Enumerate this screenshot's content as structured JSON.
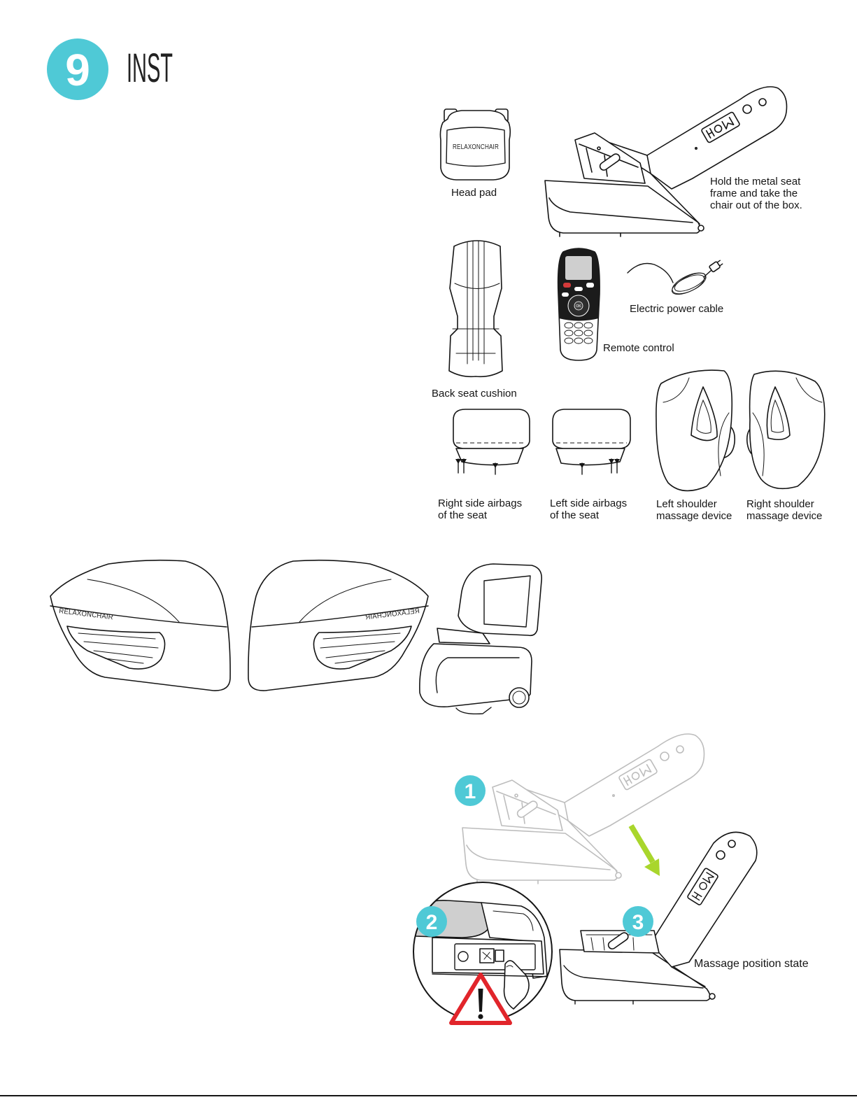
{
  "header": {
    "step_number": "9",
    "title": "INST"
  },
  "colors": {
    "accent": "#4FC9D6",
    "arrow": "#A9D62C",
    "warning": "#E1252B"
  },
  "contents": {
    "head_pad": {
      "label": "Head pad",
      "brand": "RELAXONCHAIR"
    },
    "chair_frame": {
      "note": [
        "Hold the metal seat",
        "frame and take the",
        "chair out of the box."
      ]
    },
    "back_seat_cushion": {
      "label": "Back seat cushion"
    },
    "remote_control": {
      "label": "Remote control",
      "ok_key": "OK"
    },
    "power_cable": {
      "label": "Electric power cable"
    },
    "right_seat_airbags": {
      "label": [
        "Right side airbags",
        "of the seat"
      ]
    },
    "left_seat_airbags": {
      "label": [
        "Left side airbags",
        "of the seat"
      ]
    },
    "left_shoulder_device": {
      "label": [
        "Left shoulder",
        "massage device"
      ]
    },
    "right_shoulder_device": {
      "label": [
        "Right shoulder",
        "massage device"
      ]
    }
  },
  "armrests": {
    "left_brand": "RELAXONCHAIR",
    "right_brand": "RELAXONCHAIR"
  },
  "assembly": {
    "steps": [
      "1",
      "2",
      "3"
    ],
    "caption": "Massage position state"
  }
}
